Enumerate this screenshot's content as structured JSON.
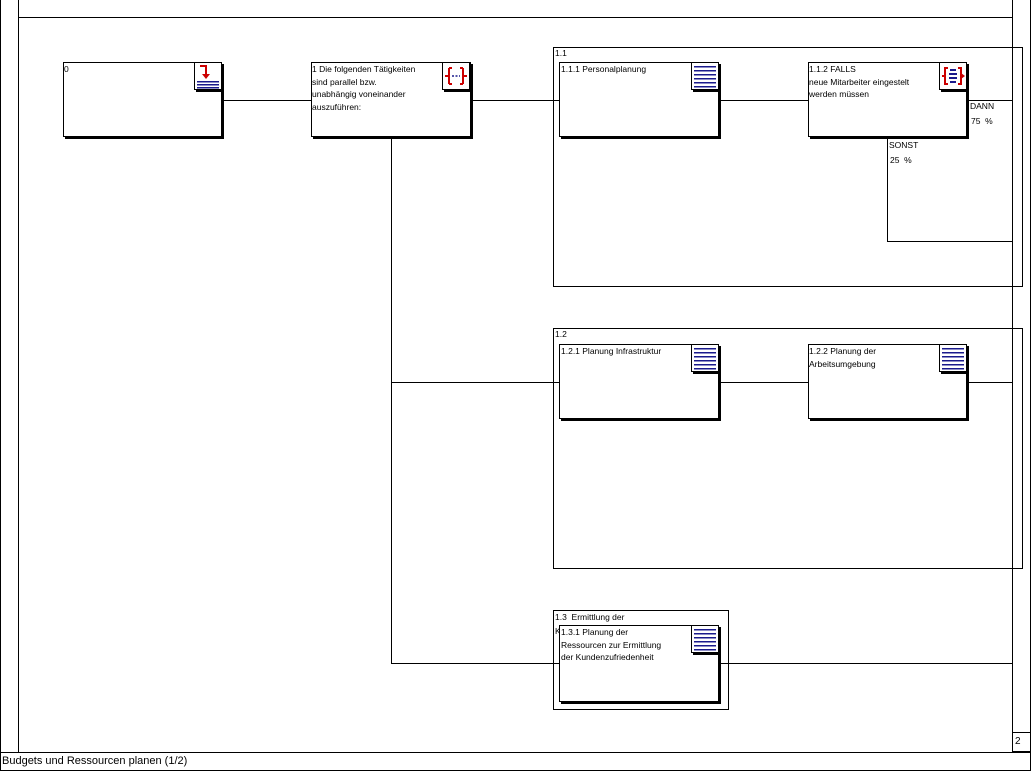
{
  "page_number": "2",
  "footer_title": "Budgets und Ressourcen planen (1/2)",
  "nodes": {
    "n0": "0",
    "n1": "1 Die folgenden Tätigkeiten\nsind parallel bzw.\nunabhängig voneinander\nauszuführen:",
    "n111": "1.1.1 Personalplanung",
    "n112": "1.1.2 FALLS\nneue Mitarbeiter eingestelt\nwerden müssen",
    "n121": "1.2.1 Planung Infrastruktur",
    "n122": "1.2.2 Planung der\nArbeitsumgebung",
    "n131": "1.3.1 Planung der\nRessourcen zur Ermittlung\nder Kundenzufriedenheit"
  },
  "groups": {
    "g11": "1.1",
    "g12": "1.2",
    "g13": "1.3  Ermittlung der",
    "g13_clip": "K"
  },
  "branches": {
    "dann_label": "DANN",
    "dann_pct": "75  %",
    "sonst_label": "SONST",
    "sonst_pct": "25  %"
  },
  "icons": {
    "n0": "start-down-arrow-icon",
    "n1": "parallel-bracket-icon",
    "n111": "document-lines-icon",
    "n112": "condition-bracket-icon",
    "n121": "document-lines-icon",
    "n122": "document-lines-icon",
    "n131": "document-lines-icon"
  },
  "colors": {
    "icon_red": "#cc0000",
    "icon_blue": "#1a1a8c"
  }
}
